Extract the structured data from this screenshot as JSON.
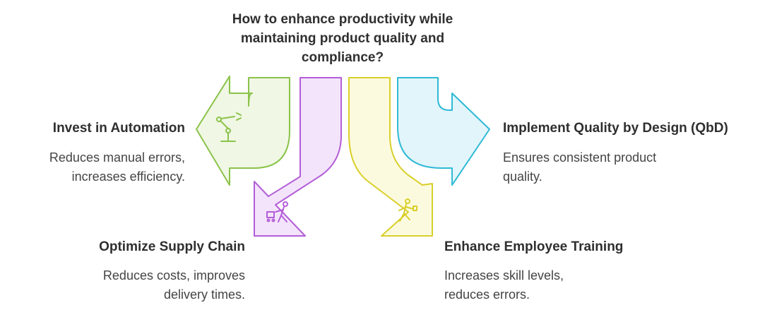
{
  "title": {
    "lines": [
      "How to enhance productivity while",
      "maintaining product quality and",
      "compliance?"
    ]
  },
  "options": [
    {
      "heading": "Invest in Automation",
      "desc": [
        "Reduces manual errors,",
        "increases efficiency."
      ],
      "color": "#8bc34a",
      "fill": "#f0f7e4",
      "icon": "robot-arm-icon"
    },
    {
      "heading": "Optimize Supply Chain",
      "desc": [
        "Reduces costs, improves",
        "delivery times."
      ],
      "color": "#b35ed8",
      "fill": "#f4e4fb",
      "icon": "person-pushing-cart-icon"
    },
    {
      "heading": "Enhance Employee Training",
      "desc": [
        "Increases skill levels,",
        "reduces errors."
      ],
      "color": "#d9cf2a",
      "fill": "#fcfade",
      "icon": "person-exercising-icon"
    },
    {
      "heading": "Implement Quality by Design (QbD)",
      "desc": [
        "Ensures consistent product",
        "quality."
      ],
      "color": "#2fb9d6",
      "fill": "#e2f5fa",
      "icon": "none"
    }
  ]
}
